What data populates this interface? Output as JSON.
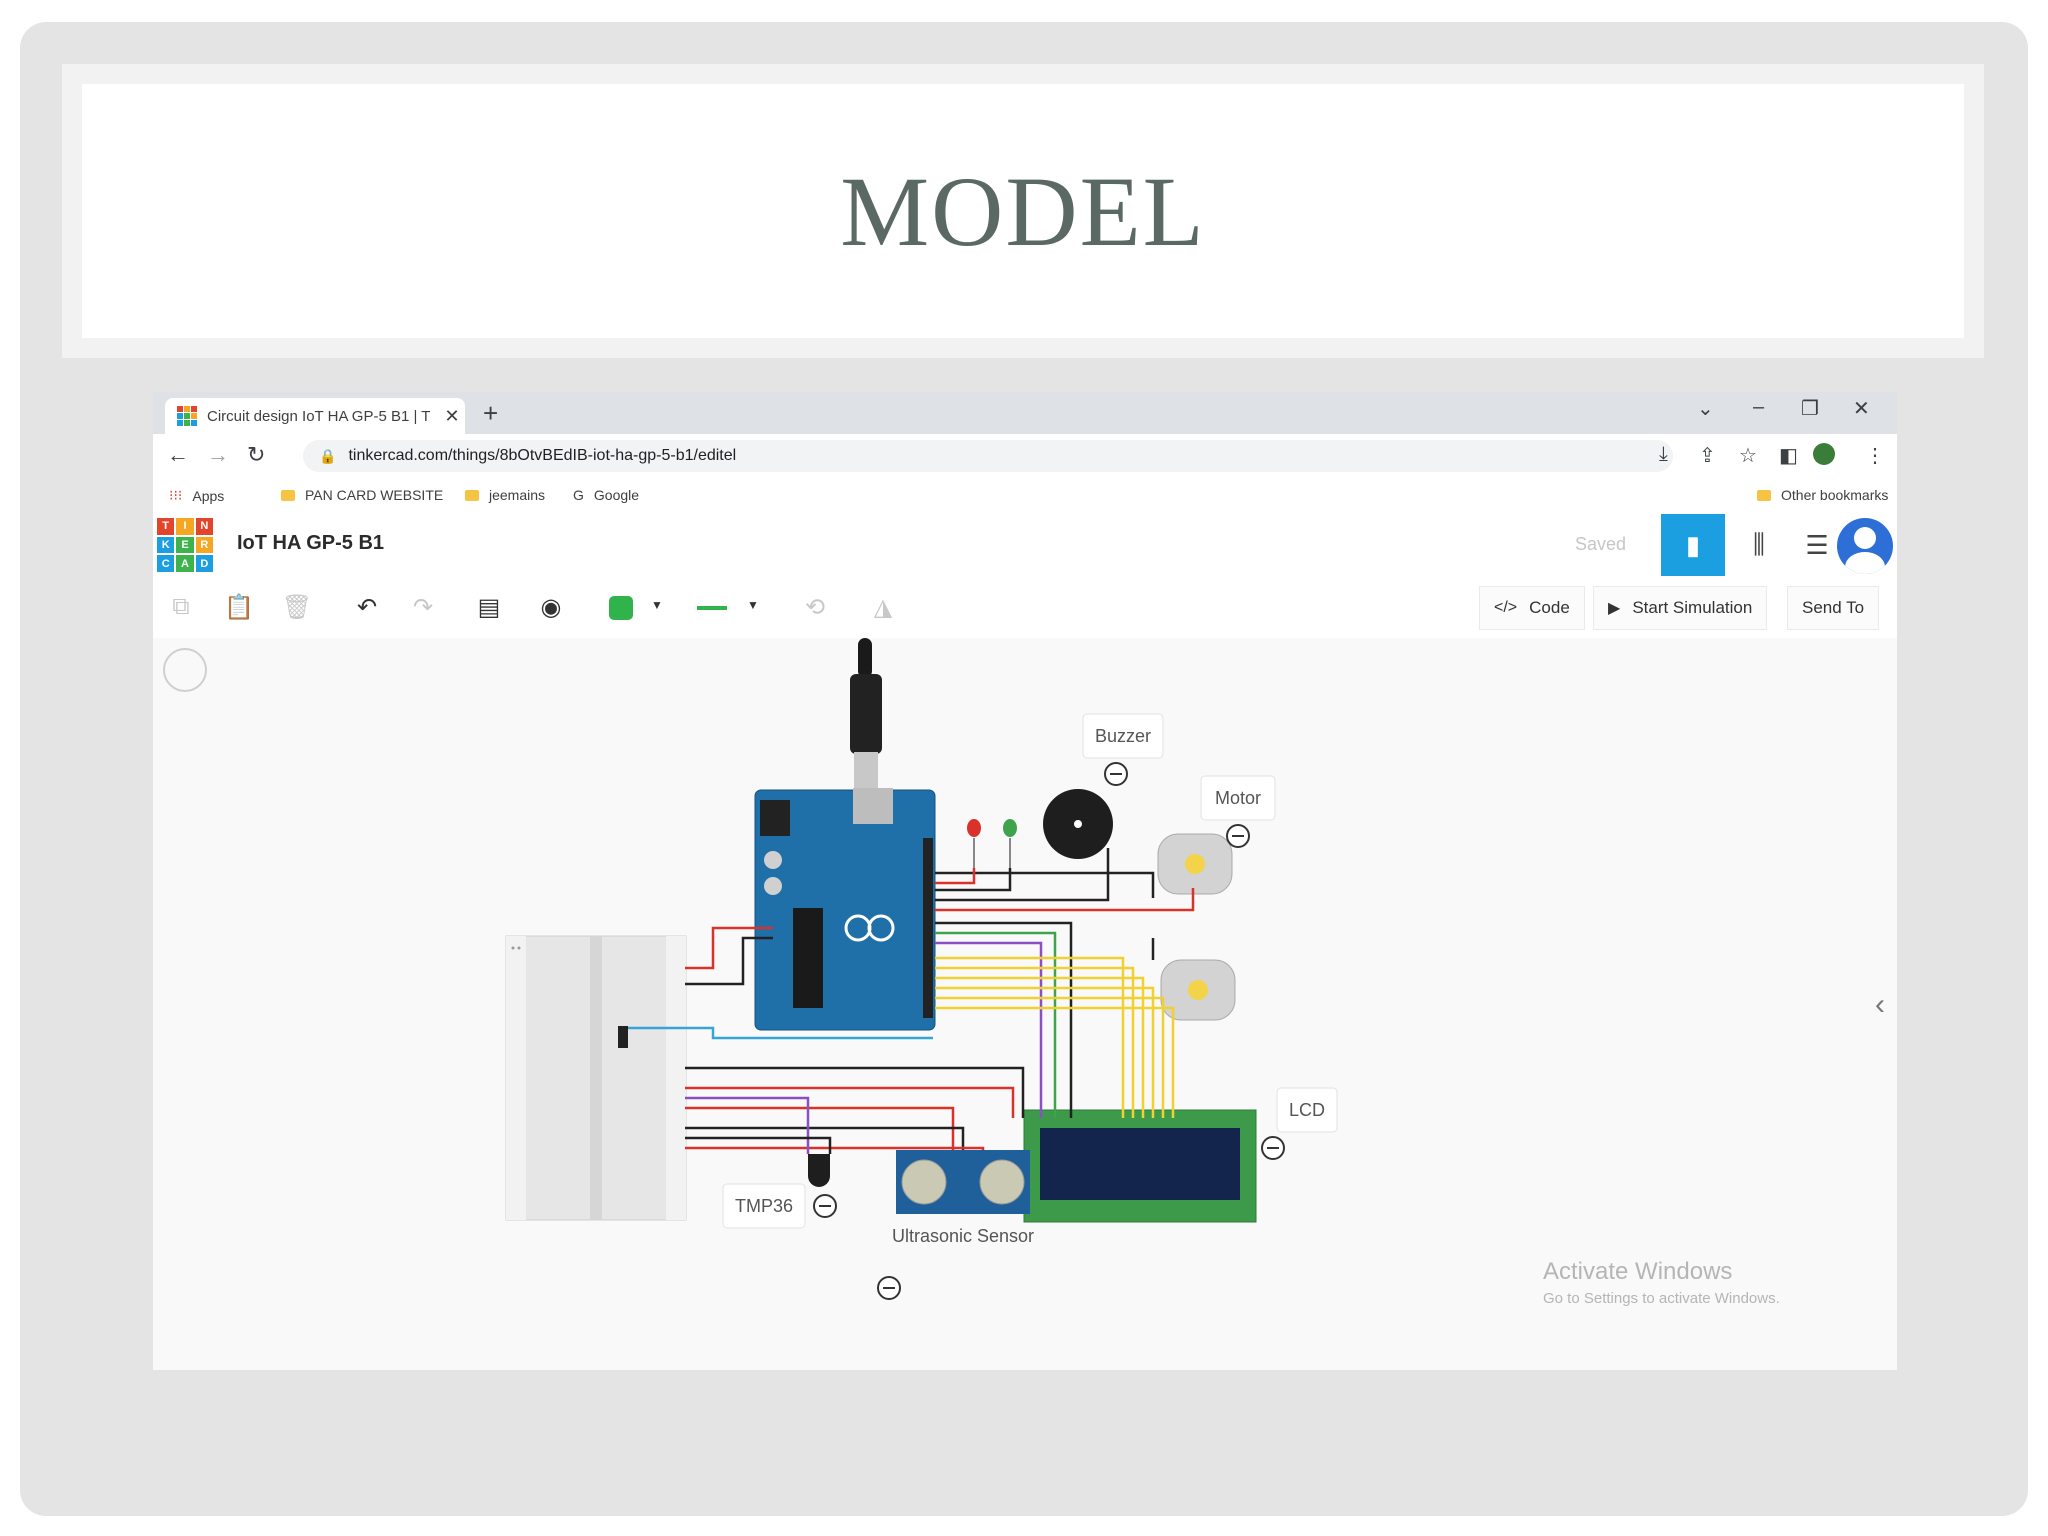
{
  "slide": {
    "title": "MODEL"
  },
  "browser": {
    "tab_title": "Circuit design IoT HA GP-5 B1 | T",
    "tab_close": "✕",
    "new_tab": "+",
    "url": "tinkercad.com/things/8bOtvBEdIB-iot-ha-gp-5-b1/editel",
    "bookmarks": [
      {
        "label": "Apps"
      },
      {
        "label": "PAN CARD WEBSITE"
      },
      {
        "label": "jeemains"
      },
      {
        "label": "Google"
      }
    ],
    "other_bookmarks": "Other bookmarks"
  },
  "app": {
    "logo_letters": [
      "T",
      "I",
      "N",
      "K",
      "E",
      "R",
      "C",
      "A",
      "D"
    ],
    "logo_colors": [
      "#e2452b",
      "#f5a623",
      "#e2452b",
      "#1b9fe0",
      "#3cb44b",
      "#f5a623",
      "#1b9fe0",
      "#3cb44b",
      "#1b9fe0"
    ],
    "design_name": "IoT HA GP-5 B1",
    "saved_status": "Saved",
    "accent_color": "#1b9fe0"
  },
  "toolbar": {
    "code_label": "Code",
    "start_simulation_label": "Start Simulation",
    "send_to_label": "Send To"
  },
  "canvas": {
    "component_labels": {
      "buzzer": "Buzzer",
      "motor": "Motor",
      "lcd": "LCD",
      "tmp36": "TMP36",
      "ultrasonic": "Ultrasonic Sensor"
    },
    "watermark_title": "Activate Windows",
    "watermark_subtitle": "Go to Settings to activate Windows."
  },
  "icons": {
    "back": "back-arrow-icon",
    "forward": "forward-arrow-icon",
    "reload": "reload-icon",
    "lock": "lock-icon",
    "star": "star-icon",
    "undo": "undo-icon",
    "redo": "redo-icon"
  }
}
